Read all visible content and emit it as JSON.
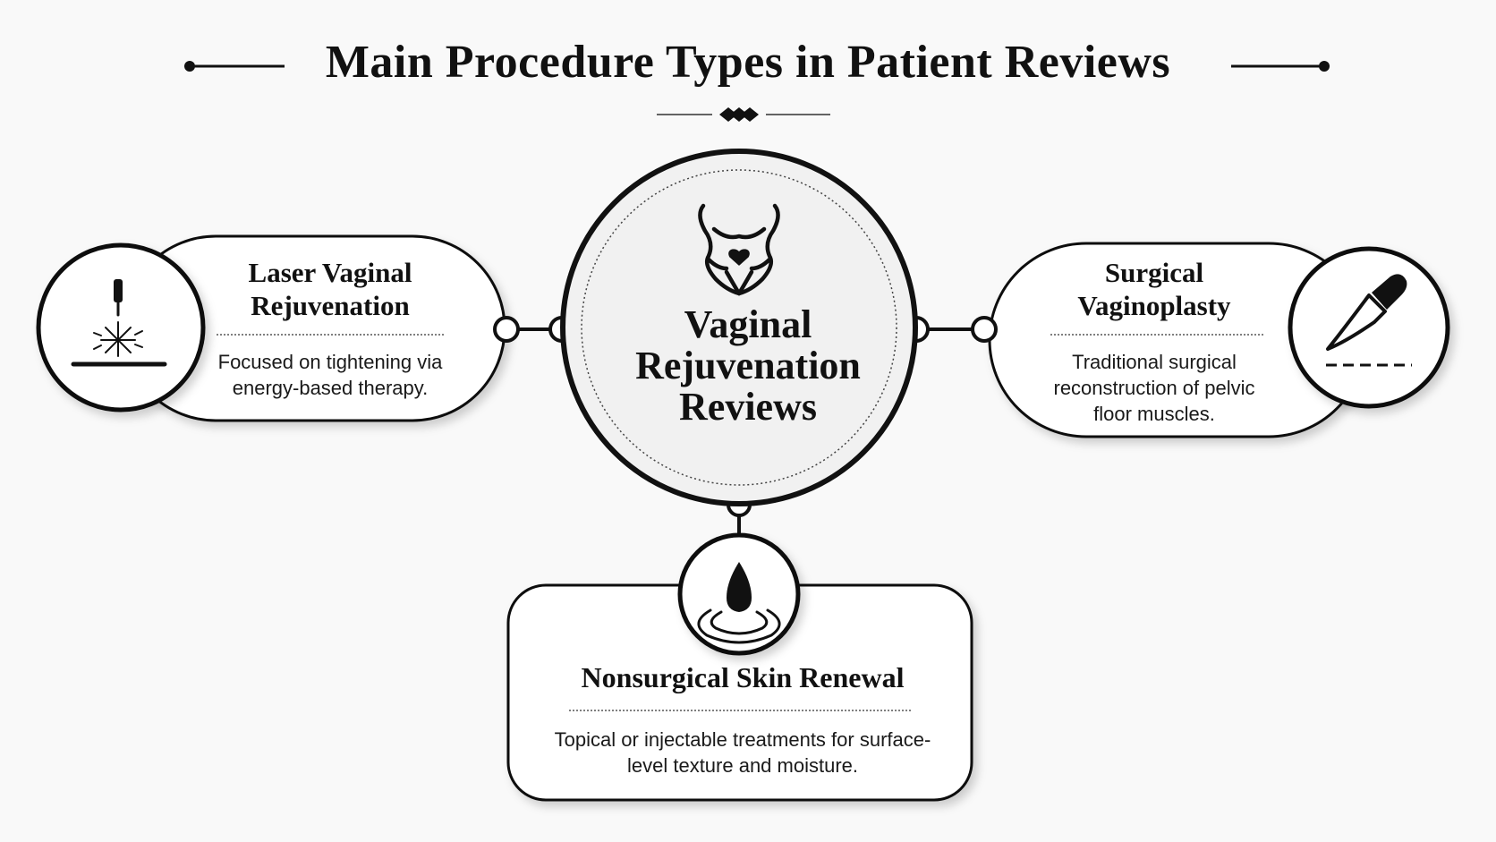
{
  "title": "Main Procedure Types in Patient Reviews",
  "center": {
    "label": "Vaginal Rejuvenation Reviews",
    "icon": "female-torso-heart-icon"
  },
  "nodes": [
    {
      "id": "laser",
      "title": "Laser Vaginal Rejuvenation",
      "description": "Focused on tightening via energy-based therapy.",
      "icon": "laser-beam-icon"
    },
    {
      "id": "surgical",
      "title": "Surgical Vaginoplasty",
      "description": "Traditional surgical reconstruction of pelvic floor muscles.",
      "icon": "scalpel-icon"
    },
    {
      "id": "nonsurgical",
      "title": "Nonsurgical Skin Renewal",
      "description": "Topical or injectable treatments for surface-level texture and moisture.",
      "icon": "water-drop-icon"
    }
  ],
  "colors": {
    "background": "#f9f9f9",
    "ink": "#111111",
    "center_fill": "#f1f1f1",
    "card_fill": "#ffffff"
  }
}
